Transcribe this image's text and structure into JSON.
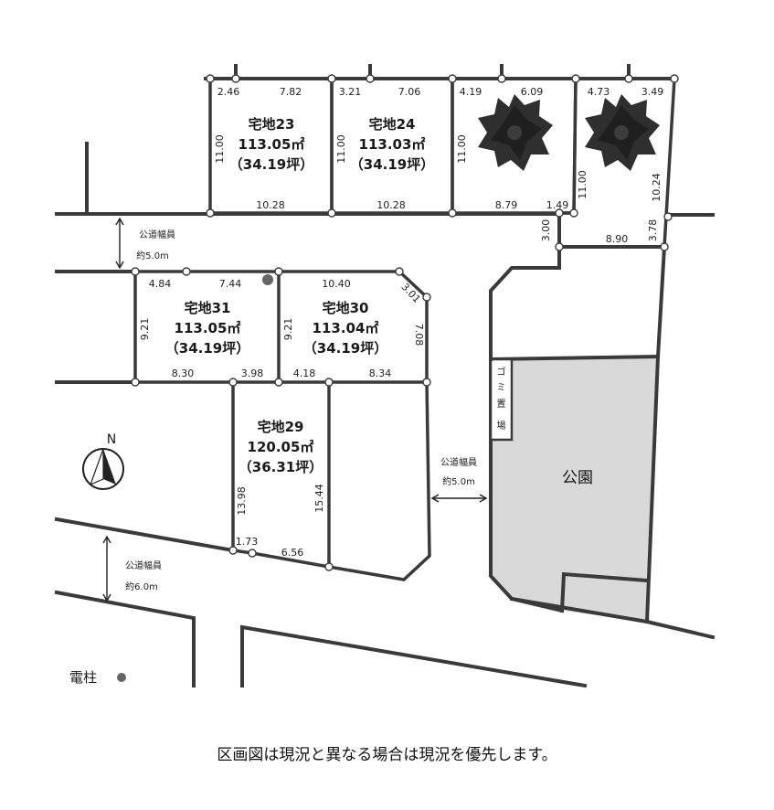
{
  "lots": {
    "l23": {
      "name": "宅地23",
      "area": "113.05㎡",
      "tsubo": "（34.19坪）"
    },
    "l24": {
      "name": "宅地24",
      "area": "113.03㎡",
      "tsubo": "（34.19坪）"
    },
    "l31": {
      "name": "宅地31",
      "area": "113.05㎡",
      "tsubo": "（34.19坪）"
    },
    "l30": {
      "name": "宅地30",
      "area": "113.04㎡",
      "tsubo": "（34.19坪）"
    },
    "l29": {
      "name": "宅地29",
      "area": "120.05㎡",
      "tsubo": "（36.31坪）"
    }
  },
  "dims": {
    "d23_top_a": "2.46",
    "d23_top_b": "7.82",
    "d23_left": "11.00",
    "d23_bottom": "10.28",
    "d24_top_a": "3.21",
    "d24_top_b": "7.06",
    "d24_left": "11.00",
    "d24_bottom": "10.28",
    "d25_top_a": "4.19",
    "d25_top_b": "6.09",
    "d25_left": "11.00",
    "d25_bottom": "8.79",
    "d25_corner": "1.49",
    "d26_top_a": "4.73",
    "d26_top_b": "3.49",
    "d26_left": "11.00",
    "d26_right": "10.24",
    "d26_stub_left": "3.00",
    "d26_stub_bottom": "8.90",
    "d26_stub_right": "3.78",
    "d31_top_a": "4.84",
    "d31_top_b": "7.44",
    "d31_left": "9.21",
    "d31_bottom_a": "8.30",
    "d31_bottom_b": "3.98",
    "d30_top": "10.40",
    "d30_corner": "3.01",
    "d30_left": "9.21",
    "d30_right": "7.08",
    "d30_bottom_a": "4.18",
    "d30_bottom_b": "8.34",
    "d29_left": "13.98",
    "d29_right": "15.44",
    "d29_bottom_a": "1.73",
    "d29_bottom_b": "6.56"
  },
  "roads": {
    "road_top_title": "公道幅員",
    "road_top_width": "約5.0m",
    "road_mid_title": "公道幅員",
    "road_mid_width": "約5.0m",
    "road_bot_title": "公道幅員",
    "road_bot_width": "約6.0m"
  },
  "facilities": {
    "garbage": [
      "ゴ",
      "ミ",
      "置",
      "場"
    ],
    "park": "公園",
    "pole": "電柱",
    "north": "N"
  },
  "colors": {
    "park_fill": "#d9d9d9",
    "line": "#3a3a3a",
    "blot": "#2f2f2f"
  },
  "note": "区画図は現況と異なる場合は現況を優先します。"
}
